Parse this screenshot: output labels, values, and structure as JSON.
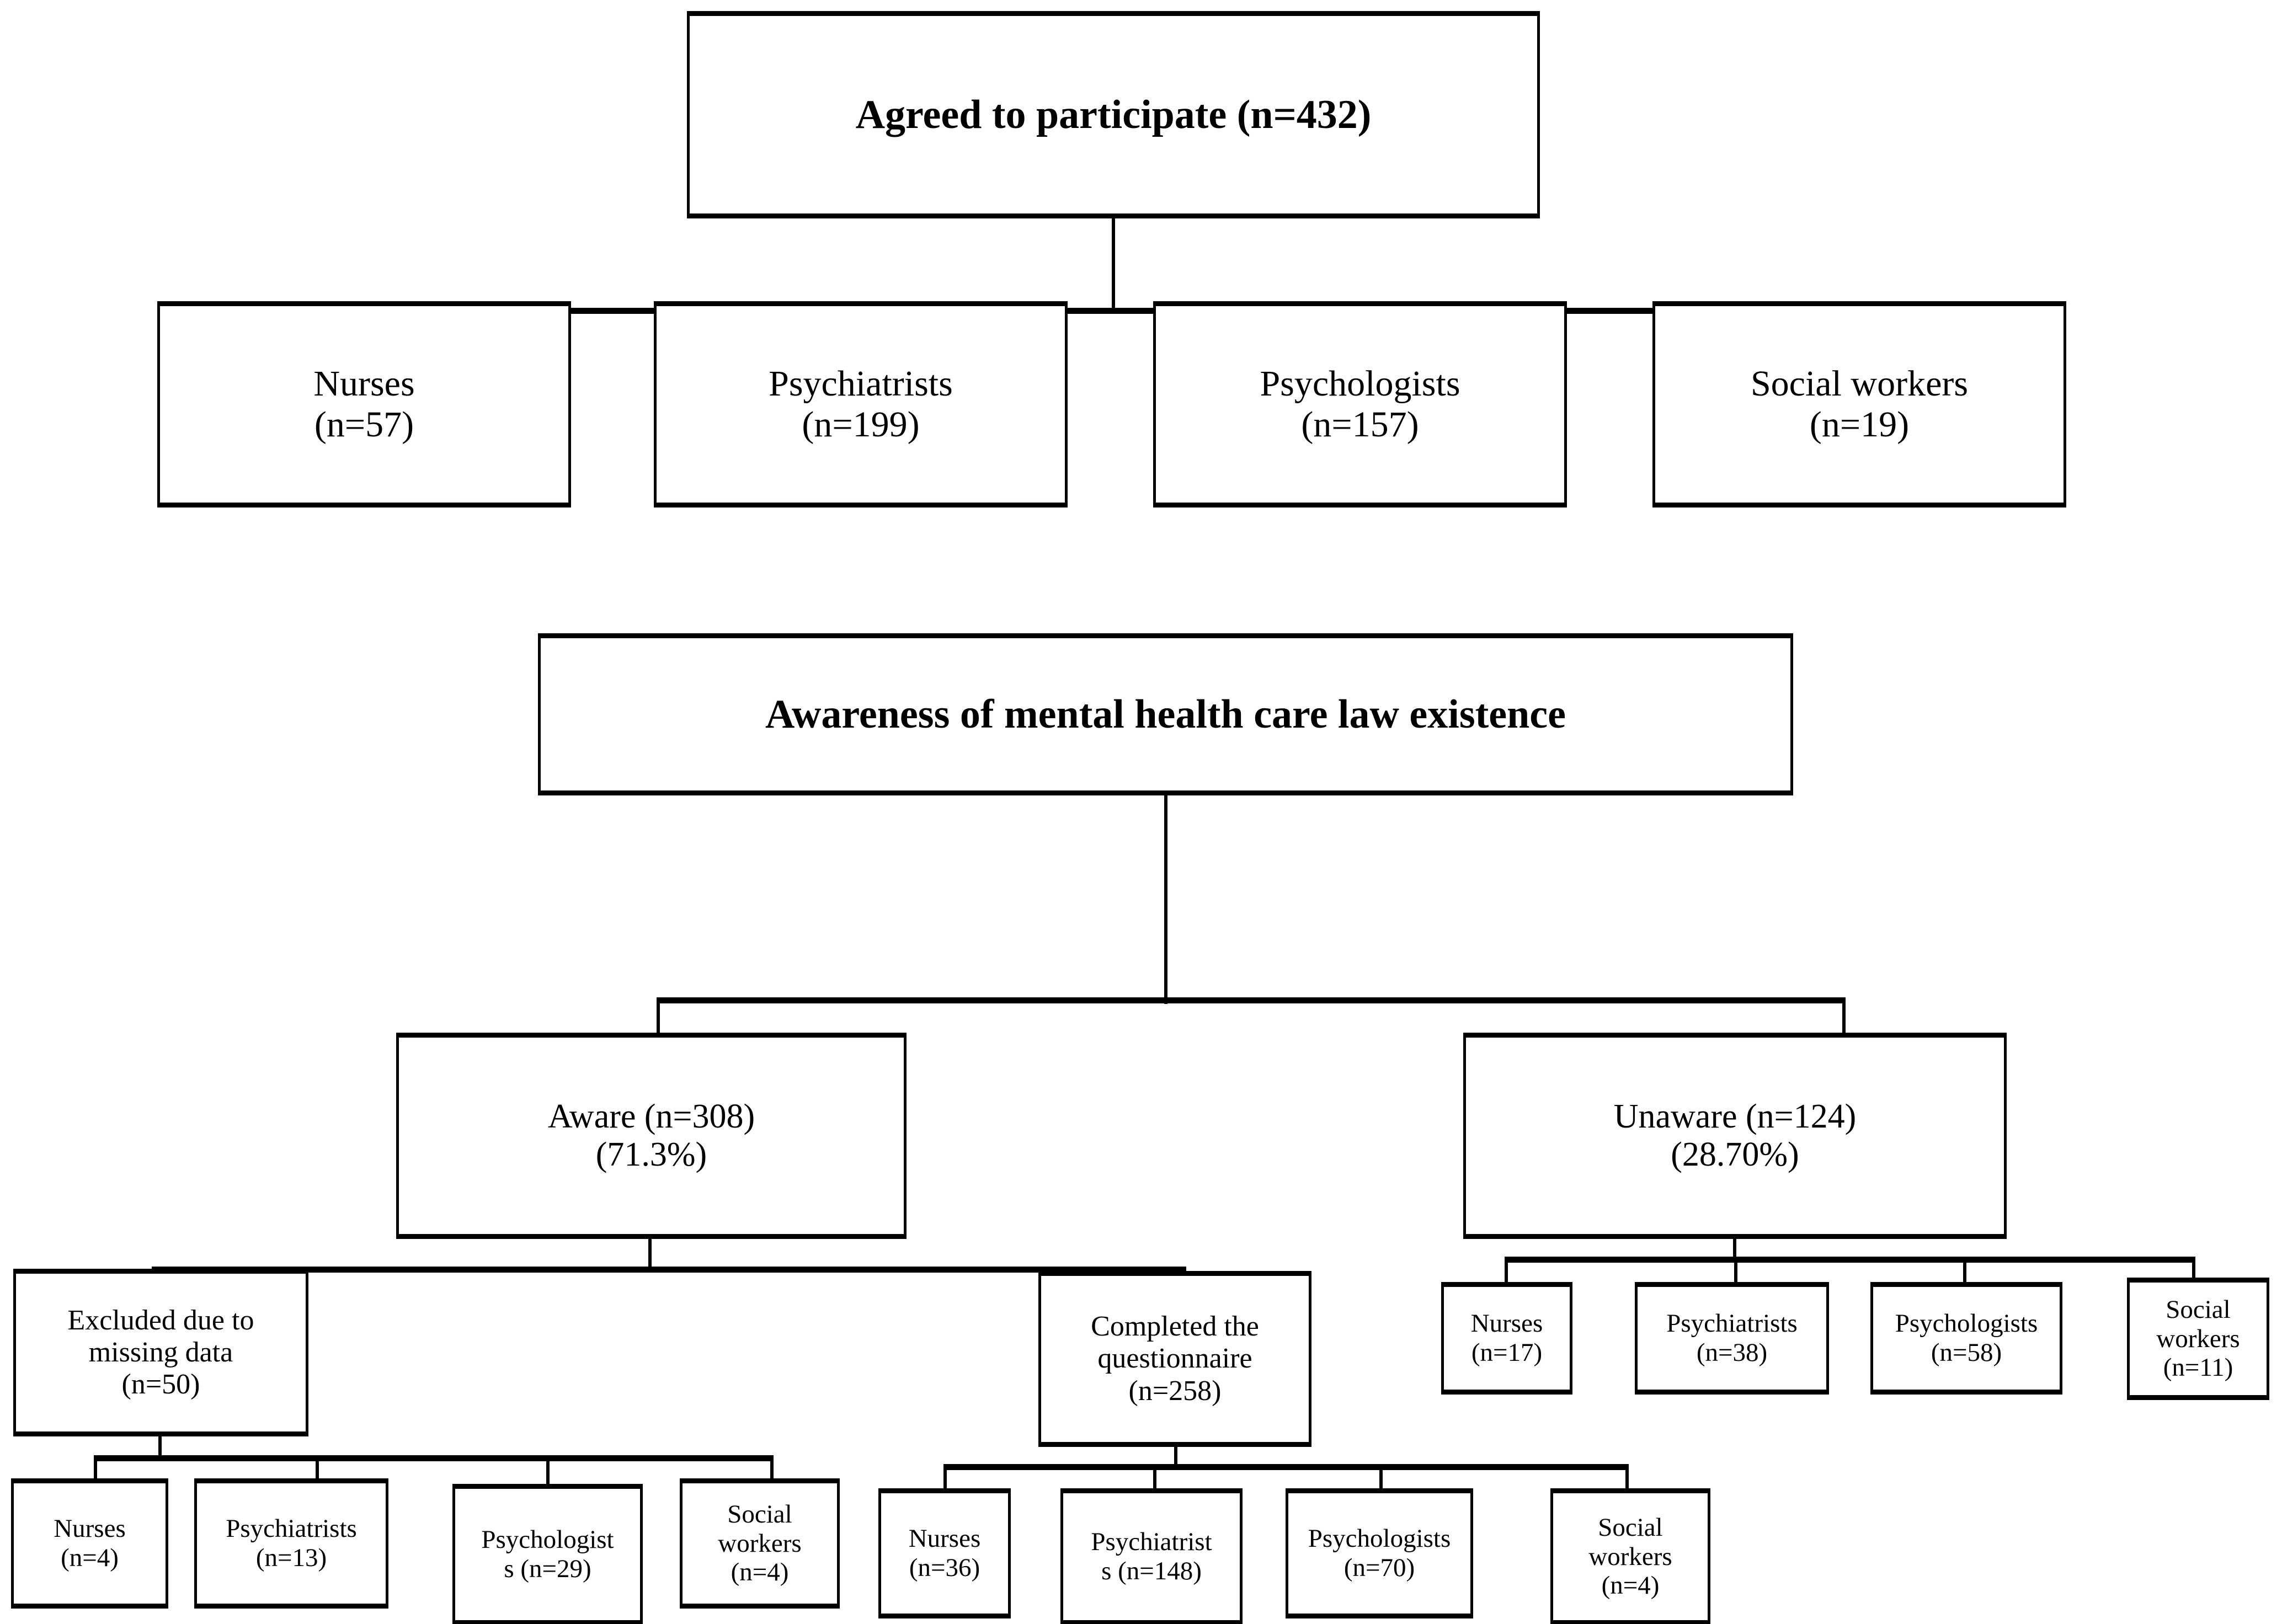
{
  "figure": {
    "type": "flowchart",
    "orientation": "top-down",
    "background_color": "#ffffff",
    "line_color": "#000000",
    "text_color": "#000000"
  },
  "nodes": {
    "root": {
      "label": "Agreed to participate (n=432)",
      "n": 432,
      "bold": true
    },
    "profession_row": [
      {
        "name": "Nurses",
        "count_label": "(n=57)",
        "n": 57
      },
      {
        "name": "Psychiatrists",
        "count_label": "(n=199)",
        "n": 199
      },
      {
        "name": "Psychologists",
        "count_label": "(n=157)",
        "n": 157
      },
      {
        "name": "Social workers",
        "count_label": "(n=19)",
        "n": 19
      }
    ],
    "awareness": {
      "label": "Awareness of mental health care law existence",
      "bold": true
    },
    "aware": {
      "line1": "Aware (n=308)",
      "line2": "(71.3%)",
      "n": 308,
      "percent": 71.3
    },
    "unaware": {
      "line1": "Unaware (n=124)",
      "line2": "(28.70%)",
      "n": 124,
      "percent": 28.7
    },
    "unaware_children": [
      {
        "name": "Nurses",
        "count_label": "(n=17)",
        "n": 17
      },
      {
        "name": "Psychiatrists",
        "count_label": "(n=38)",
        "n": 38
      },
      {
        "name": "Psychologists",
        "count_label": "(n=58)",
        "n": 58
      },
      {
        "name": "Social workers",
        "count_label": "(n=11)",
        "n": 11
      }
    ],
    "excluded": {
      "line1": "Excluded due to",
      "line2": "missing data",
      "line3": "(n=50)",
      "n": 50
    },
    "excluded_children": [
      {
        "name": "Nurses",
        "count_label": "(n=4)",
        "n": 4
      },
      {
        "name": "Psychiatrists",
        "count_label": "(n=13)",
        "n": 13
      },
      {
        "name": "Psychologist",
        "count_label": "s (n=29)",
        "n": 29
      },
      {
        "name": "Social",
        "count_label": "workers\n(n=4)",
        "n": 4
      }
    ],
    "completed": {
      "line1": "Completed the",
      "line2": "questionnaire",
      "line3": "(n=258)",
      "n": 258
    },
    "completed_children": [
      {
        "name": "Nurses",
        "count_label": "(n=36)",
        "n": 36
      },
      {
        "name": "Psychiatrist",
        "count_label": "s (n=148)",
        "n": 148
      },
      {
        "name": "Psychologists",
        "count_label": "(n=70)",
        "n": 70
      },
      {
        "name": "Social",
        "count_label": "workers\n(n=4)",
        "n": 4
      }
    ]
  },
  "text": {
    "excluded_nurses_l1": "Nurses",
    "excluded_nurses_l2": "(n=4)",
    "excluded_psychiatrists_l1": "Psychiatrists",
    "excluded_psychiatrists_l2": "(n=13)",
    "excluded_psychologists_l1": "Psychologist",
    "excluded_psychologists_l2": "s (n=29)",
    "excluded_social_l1": "Social",
    "excluded_social_l2": "workers",
    "excluded_social_l3": "(n=4)",
    "completed_nurses_l1": "Nurses",
    "completed_nurses_l2": "(n=36)",
    "completed_psychiatrists_l1": "Psychiatrist",
    "completed_psychiatrists_l2": "s (n=148)",
    "completed_psychologists_l1": "Psychologists",
    "completed_psychologists_l2": "(n=70)",
    "completed_social_l1": "Social",
    "completed_social_l2": "workers",
    "completed_social_l3": "(n=4)",
    "unaware_nurses_l1": "Nurses",
    "unaware_nurses_l2": "(n=17)",
    "unaware_psychiatrists_l1": "Psychiatrists",
    "unaware_psychiatrists_l2": "(n=38)",
    "unaware_psychologists_l1": "Psychologists",
    "unaware_psychologists_l2": "(n=58)",
    "unaware_social_l1": "Social",
    "unaware_social_l2": "workers",
    "unaware_social_l3": "(n=11)",
    "prof_nurses_l1": "Nurses",
    "prof_nurses_l2": "(n=57)",
    "prof_psychiatrists_l1": "Psychiatrists",
    "prof_psychiatrists_l2": "(n=199)",
    "prof_psychologists_l1": "Psychologists",
    "prof_psychologists_l2": "(n=157)",
    "prof_social_l1": "Social workers",
    "prof_social_l2": "(n=19)"
  }
}
